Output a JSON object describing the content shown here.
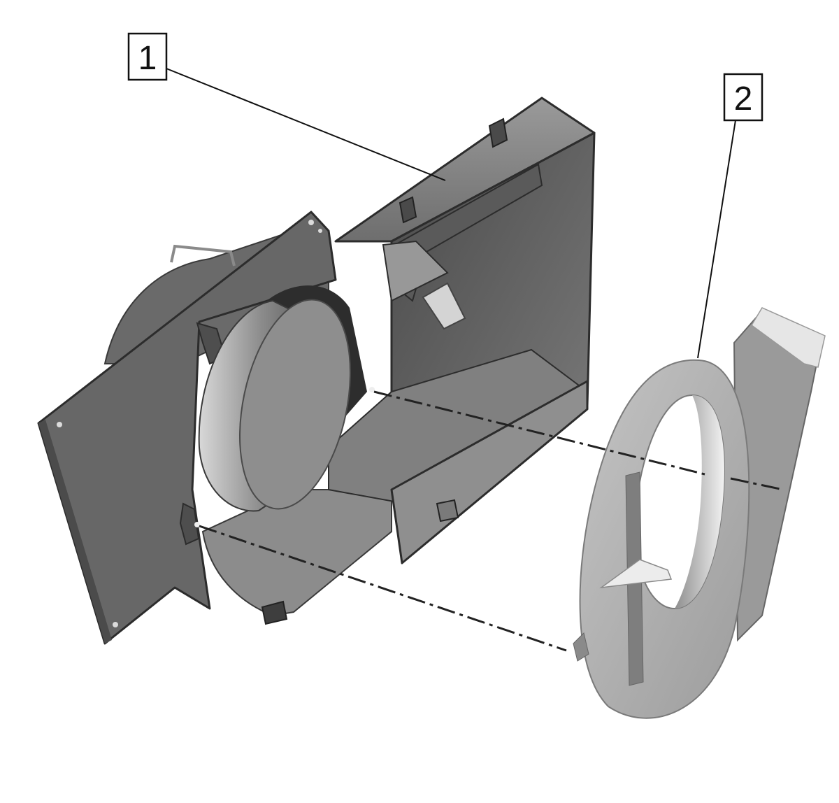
{
  "callouts": [
    {
      "label": "1",
      "part": "blower-housing"
    },
    {
      "label": "2",
      "part": "scroll-cover-plate"
    }
  ],
  "colors": {
    "background": "#ffffff",
    "housing_dark": "#5e5e5e",
    "housing_mid": "#7a7a7a",
    "housing_light": "#a8a8a8",
    "cover_plate": "#b3b3b3",
    "line": "#111111"
  }
}
